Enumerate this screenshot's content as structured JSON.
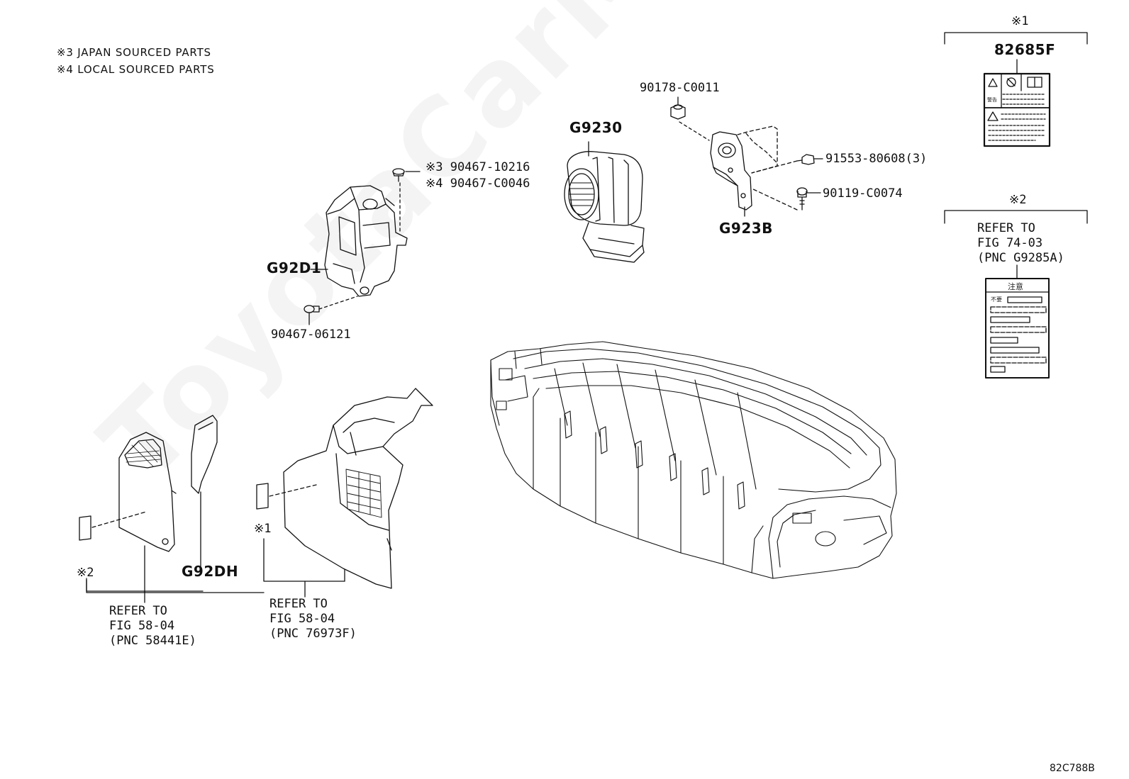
{
  "watermark": "ToyotaCarMine.ru",
  "notes": {
    "japan": "※3 JAPAN SOURCED PARTS",
    "local": "※4 LOCAL SOURCED PARTS"
  },
  "parts": {
    "g92d1": "G92D1",
    "g9230": "G9230",
    "g923b": "G923B",
    "g92dh": "G92DH",
    "p_90178": "90178-C0011",
    "p_90467_10216": "※3 90467-10216",
    "p_90467_c0046": "※4 90467-C0046",
    "p_90467_06121": "90467-06121",
    "p_91553": "91553-80608(3)",
    "p_90119": "90119-C0074",
    "p_82685f": "82685F"
  },
  "refs": {
    "mark1": "※1",
    "mark2": "※2",
    "label74": [
      "REFER TO",
      "FIG 74-03",
      "(PNC G9285A)"
    ],
    "label58a": [
      "REFER TO",
      "FIG 58-04",
      "(PNC 58441E)"
    ],
    "label58b": [
      "REFER TO",
      "FIG 58-04",
      "(PNC 76973F)"
    ],
    "mark2_left": "※2",
    "mark1_mid": "※1"
  },
  "labels": {
    "caution_jp": "注意",
    "notice_jp": "不要",
    "warn_jp": "警告"
  },
  "figure_code": "82C788B",
  "icons": [
    "warning-triangle-icon",
    "no-open-flame-icon",
    "fan-icon"
  ]
}
